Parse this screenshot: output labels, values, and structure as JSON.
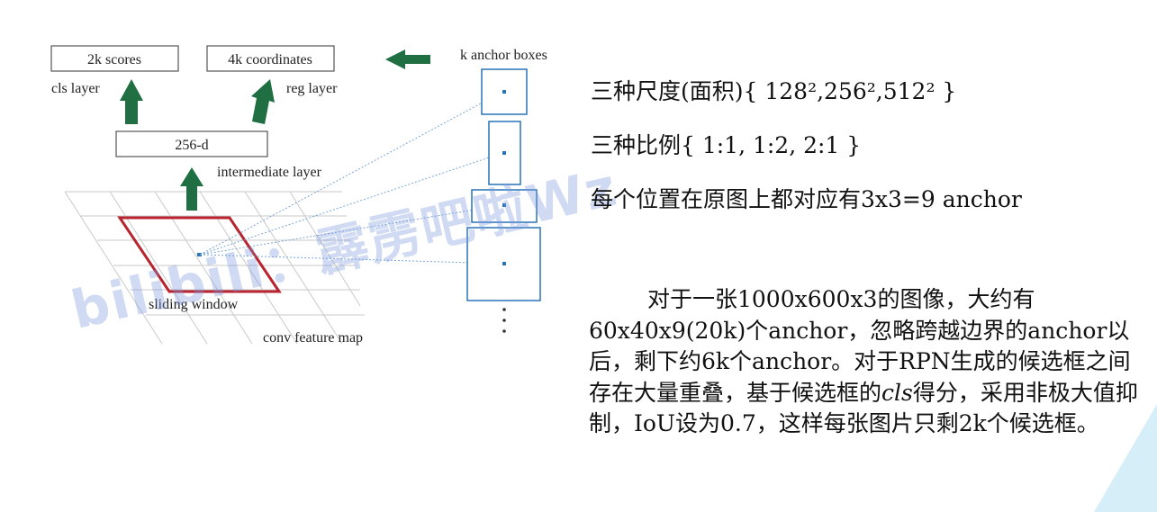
{
  "diagram": {
    "cls_box_label": "2k scores",
    "reg_box_label": "4k coordinates",
    "cls_layer_label": "cls layer",
    "reg_layer_label": "reg layer",
    "intermediate_box_label": "256-d",
    "intermediate_layer_label": "intermediate layer",
    "sliding_window_label": "sliding window",
    "conv_feature_map_label": "conv feature map",
    "anchor_boxes_label": "k anchor boxes",
    "arrow_color": "#1f6f43",
    "window_color": "#b8232f",
    "anchor_color": "#2a73b8"
  },
  "text": {
    "line1": "三种尺度(面积){ 128²,256²,512² }",
    "line2": "三种比例{ 1:1, 1:2, 2:1 }",
    "line3": "每个位置在原图上都对应有3x3=9 anchor",
    "para_part1": "对于一张1000x600x3的图像，大约有60x40x9(20k)个anchor，忽略跨越边界的anchor以后，剩下约6k个anchor。对于RPN生成的候选框之间存在大量重叠，基于候选框的",
    "para_cls": "cls",
    "para_part2": "得分，采用非极大值抑制，IoU设为0.7，这样每张图片只剩2k个候选框。"
  },
  "watermark": "bilibili：霹雳吧啦Wz"
}
